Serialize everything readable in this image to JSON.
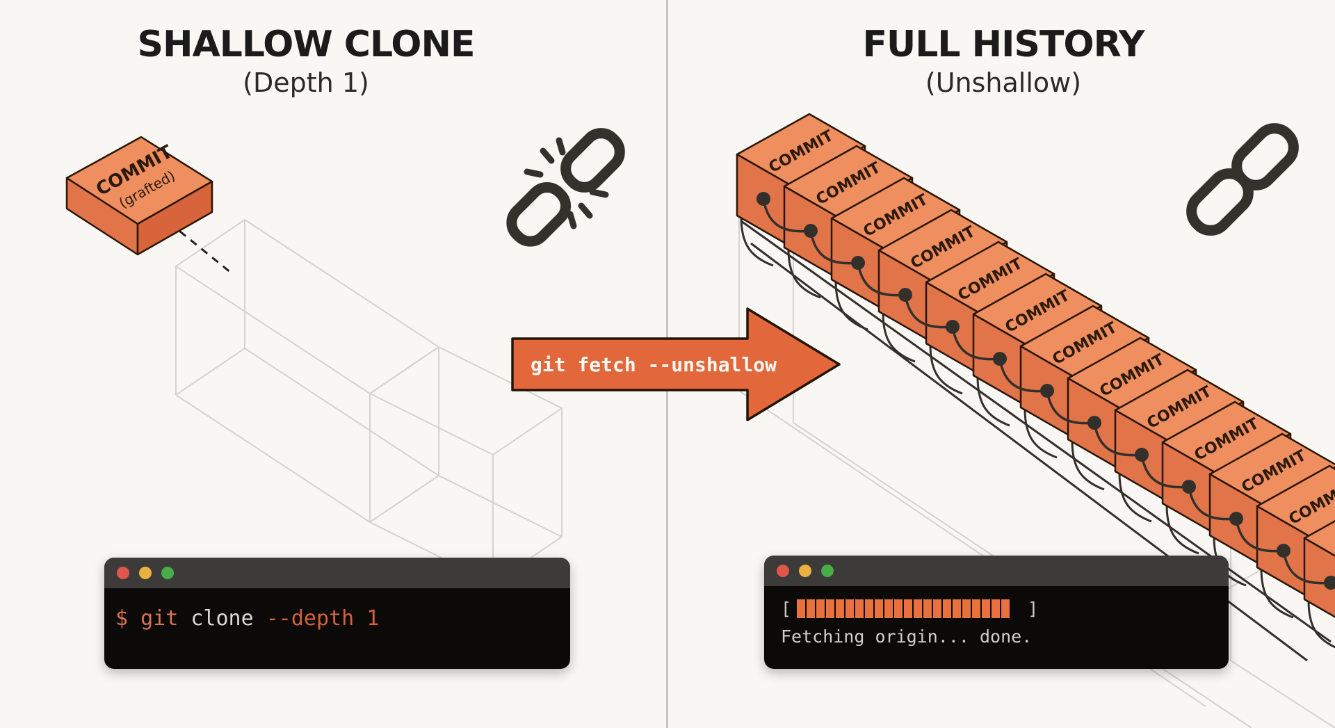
{
  "left_panel": {
    "title": "SHALLOW CLONE",
    "subtitle": "(Depth 1)",
    "commit_box": {
      "label": "COMMIT",
      "sublabel": "(grafted)"
    },
    "broken_chain_icon": "broken-chain",
    "terminal": {
      "command_parts": [
        {
          "text": "$ git ",
          "color": "#db7352"
        },
        {
          "text": "clone ",
          "color": "#d9d9d9"
        },
        {
          "text": "--depth 1",
          "color": "#d4603c"
        }
      ]
    }
  },
  "center": {
    "arrow_label": "git fetch --unshallow"
  },
  "right_panel": {
    "title": "FULL HISTORY",
    "subtitle": "(Unshallow)",
    "commit_chain": {
      "label": "COMMIT",
      "count": 13
    },
    "intact_chain_icon": "chain-link",
    "terminal": {
      "progress": {
        "open_bracket": "[",
        "close_bracket": "]",
        "segments": 22
      },
      "status_line": "Fetching origin... done."
    }
  },
  "colors": {
    "background": "#f8f7f4",
    "divider": "#c6c4c0",
    "title_text": "#1b1b1b",
    "accent_orange": "#e2683c",
    "box_top": "#ef8e5e",
    "box_left": "#e2744a",
    "box_right": "#d7643a",
    "box_outline": "#2a1608",
    "box_text": "#2c1a0d",
    "wire": "#33302c",
    "wireframe": "#d6d3ce",
    "chain_icon": "#34312d",
    "terminal_titlebar": "#3c3b39",
    "terminal_body": "#0b0a09",
    "terminal_text": "#d0cfcd",
    "progress_block": "#e8713d",
    "traffic_red": "#e0564a",
    "traffic_yellow": "#e9b13e",
    "traffic_green": "#47ad49"
  }
}
